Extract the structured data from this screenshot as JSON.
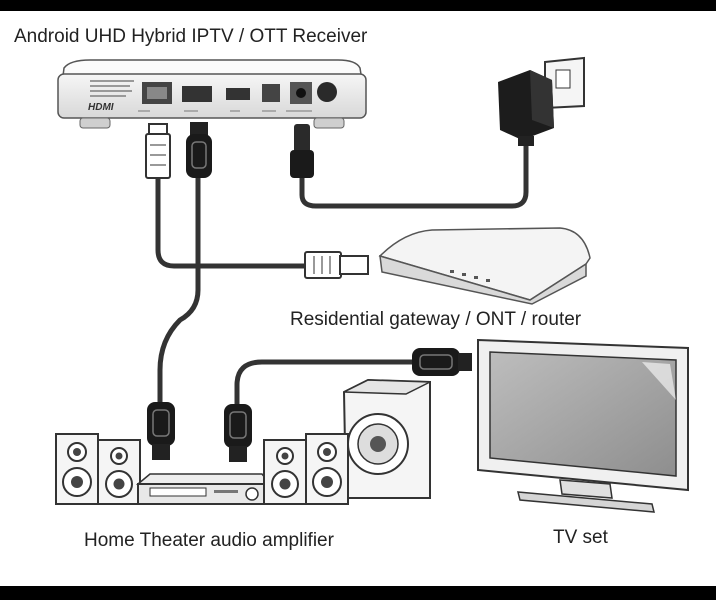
{
  "labels": {
    "receiver": "Android UHD Hybrid IPTV / OTT Receiver",
    "gateway": "Residential gateway / ONT / router",
    "amplifier": "Home Theater audio amplifier",
    "tv": "TV set"
  },
  "receiver_panel": {
    "hdmi_logo": "HDMI"
  }
}
